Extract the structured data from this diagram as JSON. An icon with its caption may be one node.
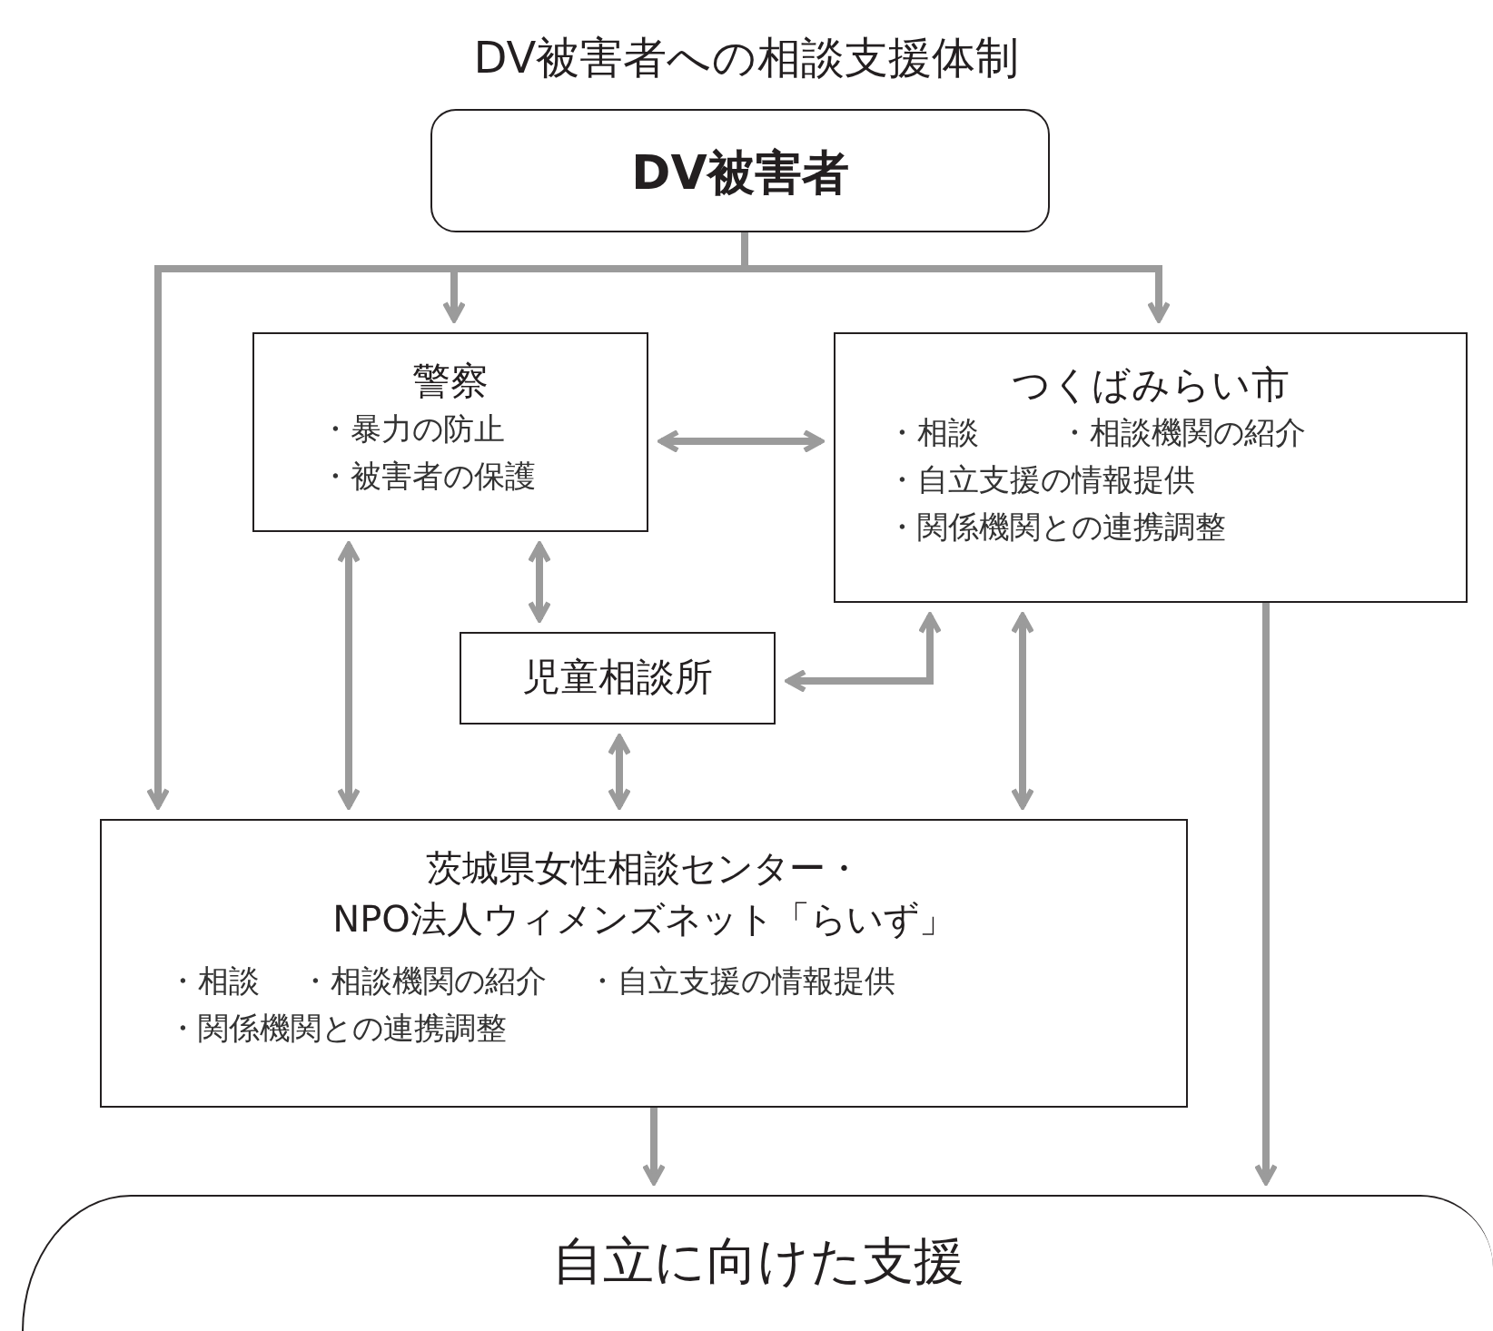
{
  "diagram": {
    "title": "DV被害者への相談支援体制",
    "nodes": [
      {
        "text": [
          "DV被害者"
        ]
      },
      {
        "text": [
          "警察",
          "・暴力の防止",
          "・被害者の保護"
        ]
      },
      {
        "text": [
          "つくばみらい市",
          "・相談",
          "・相談機関の紹介",
          "・自立支援の情報提供",
          "・関係機関との連携調整"
        ]
      },
      {
        "text": [
          "児童相談所"
        ]
      },
      {
        "text": [
          "茨城県女性相談センター・NPO法人ウィメンズネット「らいず」",
          "・相談",
          "・相談機関の紹介",
          "・自立支援の情報提供",
          "・関係機関との連携調整"
        ]
      },
      {
        "text": [
          "自立に向けた支援"
        ]
      }
    ],
    "edges": [
      {
        "from": 0,
        "to": 1,
        "arrow": "to"
      },
      {
        "from": 0,
        "to": 2,
        "arrow": "to"
      },
      {
        "from": 0,
        "to": 4,
        "arrow": "to"
      },
      {
        "from": 1,
        "to": 2,
        "arrow": "both"
      },
      {
        "from": 1,
        "to": 3,
        "arrow": "both"
      },
      {
        "from": 1,
        "to": 4,
        "arrow": "both"
      },
      {
        "from": 3,
        "to": 2,
        "arrow": "both"
      },
      {
        "from": 3,
        "to": 4,
        "arrow": "both"
      },
      {
        "from": 2,
        "to": 4,
        "arrow": "both"
      },
      {
        "from": 4,
        "to": 5,
        "arrow": "to"
      },
      {
        "from": 2,
        "to": 5,
        "arrow": "to"
      }
    ]
  }
}
